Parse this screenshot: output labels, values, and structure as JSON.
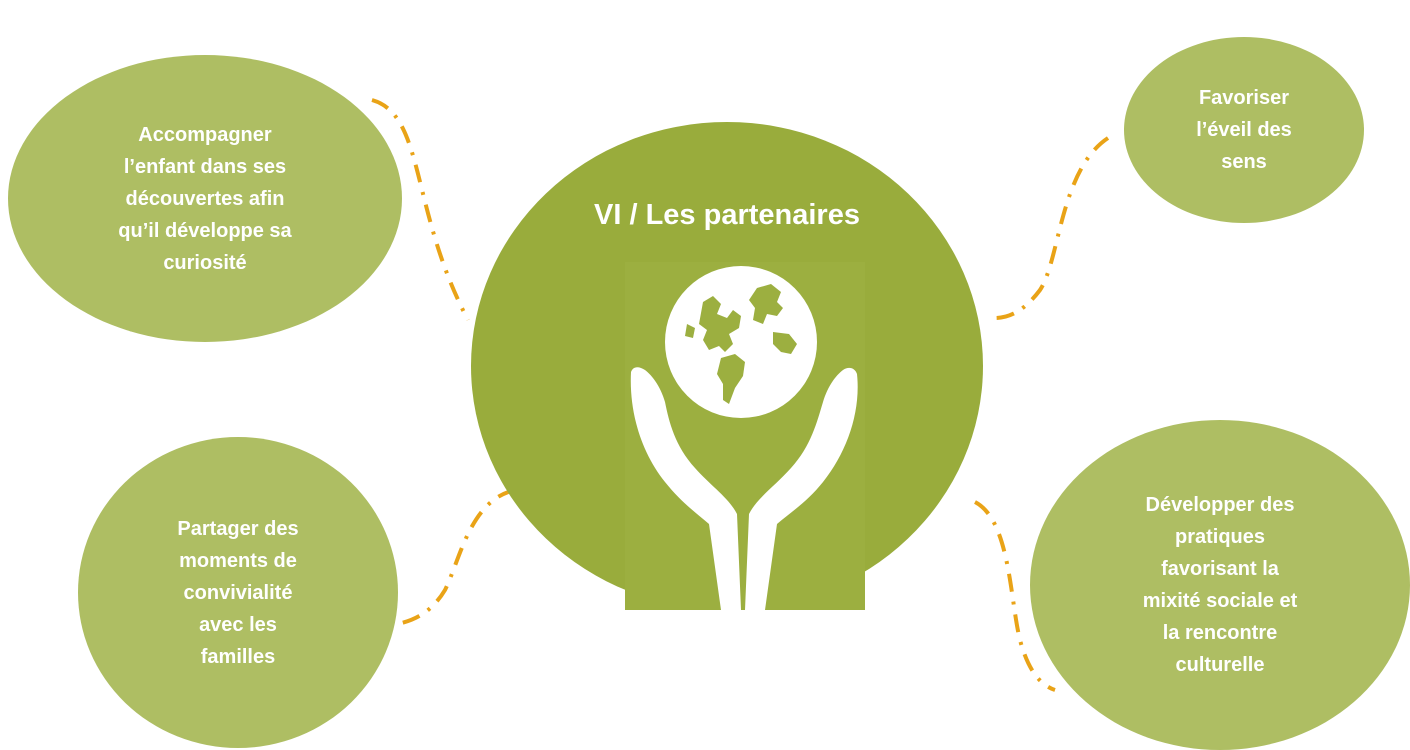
{
  "colors": {
    "center_bubble": "#99ac3c",
    "outer_bubble": "#aebe63",
    "connector": "#e9a317",
    "logo": "#ffffff"
  },
  "center": {
    "title": "VI / Les partenaires",
    "logo_icon": "hands-holding-globe-icon"
  },
  "bubbles": {
    "top_left": "Accompagner\nl’enfant dans ses\ndécouvertes afin\nqu’il développe sa\ncuriosité",
    "top_right": "Favoriser\nl’éveil des\nsens",
    "bottom_left": "Partager des\nmoments de\nconvivialité\navec les\nfamilles",
    "bottom_right": "Développer des\npratiques\nfavorisant la\nmixité sociale et\nla rencontre\nculturelle"
  }
}
